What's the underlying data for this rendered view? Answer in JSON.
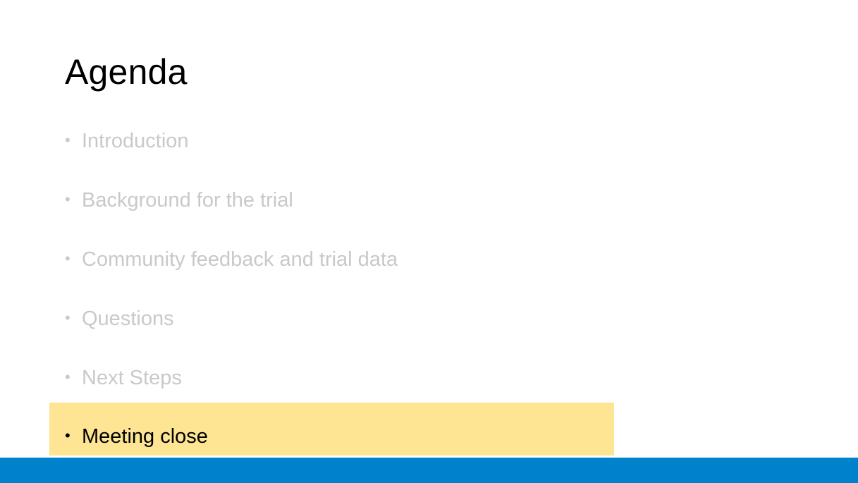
{
  "slide": {
    "title": "Agenda",
    "bullet_glyph": "•",
    "items": [
      {
        "label": "Introduction",
        "state": "dimmed"
      },
      {
        "label": "Background for the trial",
        "state": "dimmed"
      },
      {
        "label": "Community feedback and trial data",
        "state": "dimmed"
      },
      {
        "label": "Questions",
        "state": "dimmed"
      },
      {
        "label": "Next Steps",
        "state": "dimmed"
      },
      {
        "label": "Meeting close",
        "state": "active"
      }
    ],
    "colors": {
      "dimmed_text": "#c9c9c9",
      "active_text": "#000000",
      "highlight": "#fde594",
      "footer_bar": "#0081cc"
    }
  }
}
